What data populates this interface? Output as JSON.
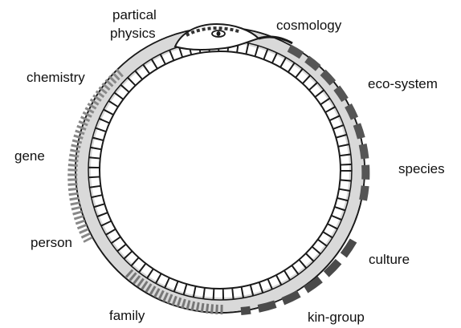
{
  "diagram": {
    "labels": {
      "partical_physics_line1": "partical",
      "partical_physics_line2": "physics",
      "cosmology": "cosmology",
      "chemistry": "chemistry",
      "eco_system": "eco-system",
      "gene": "gene",
      "species": "species",
      "person": "person",
      "culture": "culture",
      "family": "family",
      "kin_group": "kin-group"
    }
  }
}
